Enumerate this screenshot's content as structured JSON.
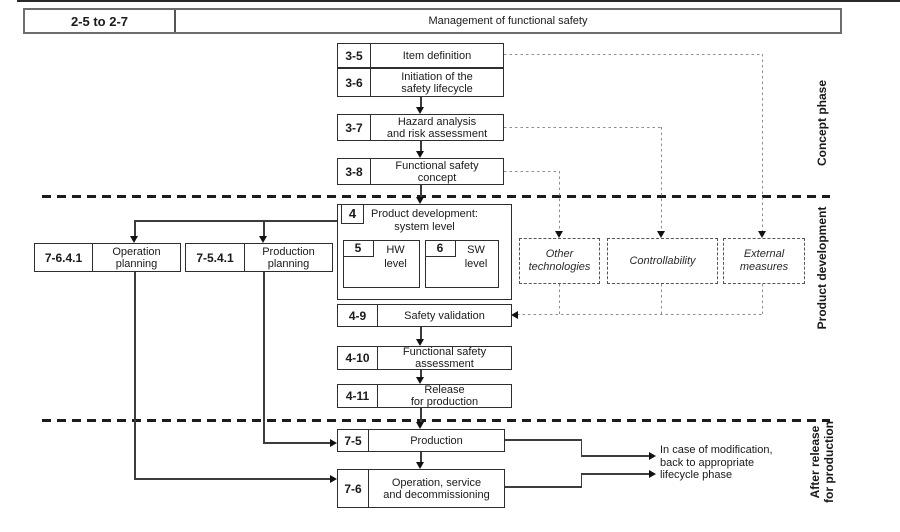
{
  "header": {
    "range": "2-5 to 2-7",
    "title": "Management of functional safety"
  },
  "boxes": {
    "item_definition": {
      "id": "3-5",
      "text": "Item definition"
    },
    "initiation": {
      "id": "3-6",
      "text": "Initiation of the\nsafety lifecycle"
    },
    "hazard": {
      "id": "3-7",
      "text": "Hazard analysis\nand risk assessment"
    },
    "fsc": {
      "id": "3-8",
      "text": "Functional safety\nconcept"
    },
    "product_dev": {
      "id": "4",
      "text": "Product development:\nsystem level"
    },
    "hw": {
      "id": "5",
      "text": "HW\nlevel"
    },
    "sw": {
      "id": "6",
      "text": "SW\nlevel"
    },
    "safety_validation": {
      "id": "4-9",
      "text": "Safety validation"
    },
    "fsa": {
      "id": "4-10",
      "text": "Functional safety\nassessment"
    },
    "release": {
      "id": "4-11",
      "text": "Release\nfor production"
    },
    "production": {
      "id": "7-5",
      "text": "Production"
    },
    "operation": {
      "id": "7-6",
      "text": "Operation, service\nand decommissioning"
    },
    "operation_planning": {
      "id": "7-6.4.1",
      "text": "Operation\nplanning"
    },
    "production_planning": {
      "id": "7-5.4.1",
      "text": "Production\nplanning"
    },
    "other_technologies": {
      "text": "Other\ntechnologies"
    },
    "controllability": {
      "text": "Controllability"
    },
    "external_measures": {
      "text": "External\nmeasures"
    }
  },
  "side_labels": {
    "concept": "Concept phase",
    "product": "Product development",
    "after_release": "After release\nfor production"
  },
  "note": {
    "text": "In case of modification,\nback to appropriate\nlifecycle phase"
  },
  "colors": {
    "line": "#3c3c3c",
    "dashed": "#8d8d8d",
    "border": "#2e2e2e"
  }
}
